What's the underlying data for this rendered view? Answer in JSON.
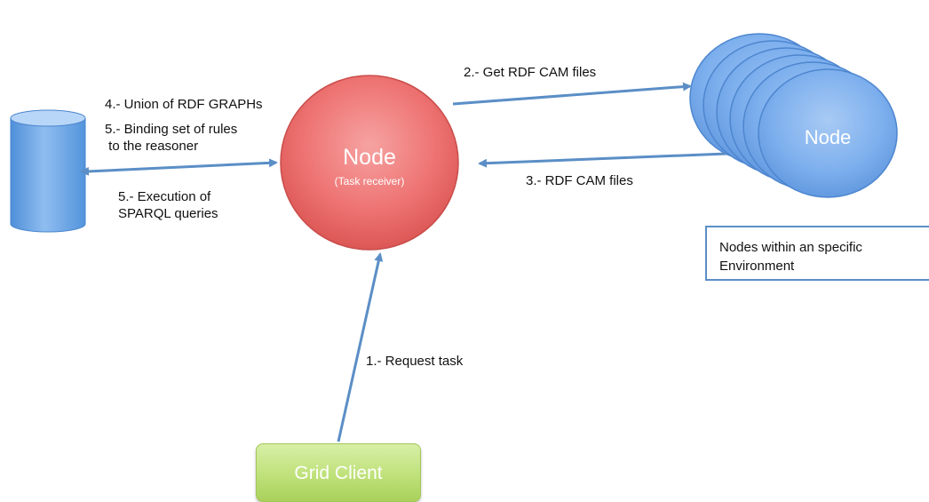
{
  "main_node": {
    "title": "Node",
    "subtitle": "(Task receiver)"
  },
  "remote_nodes": {
    "title": "Node"
  },
  "legend": {
    "line1": "Nodes within an specific",
    "line2": "Environment"
  },
  "client": {
    "label": "Grid Client"
  },
  "labels": {
    "request_task": "1.- Request task",
    "get_rdf": "2.- Get RDF CAM files",
    "rdf_files": "3.- RDF CAM files",
    "union": "4.- Union of RDF GRAPHs",
    "binding_1": "5.- Binding set of rules",
    "binding_2": " to the reasoner",
    "execution_1": "5.- Execution of",
    "execution_2": "SPARQL queries"
  },
  "colors": {
    "arrow": "#5b8ec6",
    "main_node": "#e8615f",
    "remote_node": "#6a9fe0",
    "database": "#6aa5e6",
    "client": "#b8dd72"
  }
}
